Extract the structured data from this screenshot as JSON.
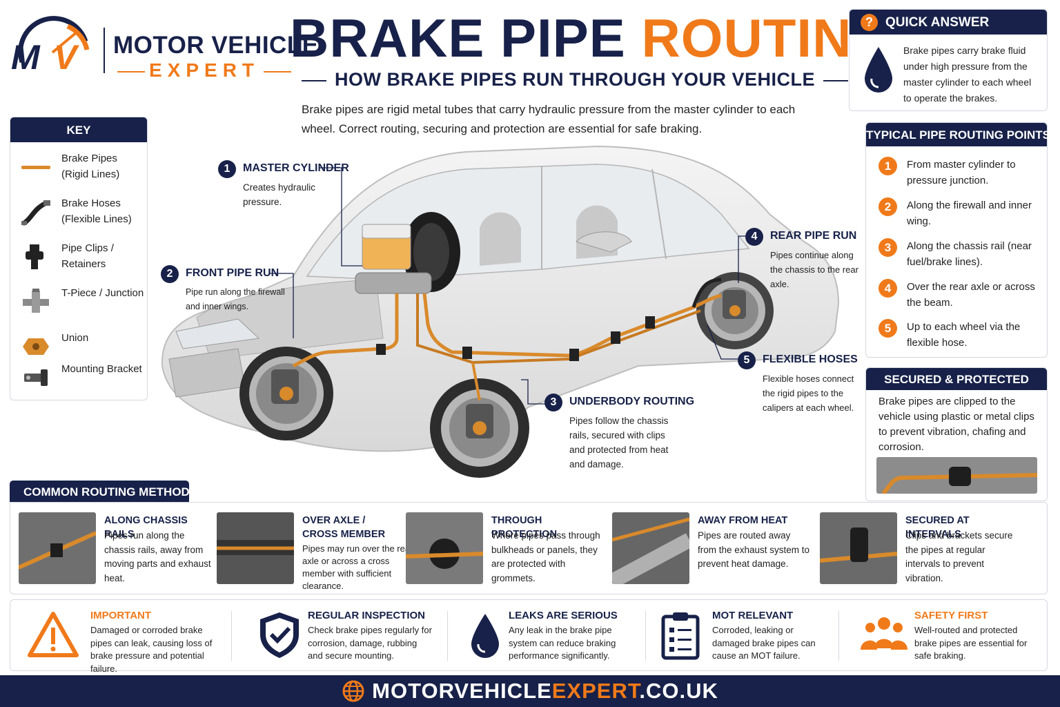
{
  "brand": {
    "logo_initials": "MV",
    "line1": "MOTOR VEHICLE",
    "line2": "EXPERT"
  },
  "header": {
    "title_part1": "BRAKE PIPE",
    "title_part2": "ROUTING",
    "subtitle": "HOW BRAKE PIPES RUN THROUGH YOUR VEHICLE",
    "intro": "Brake pipes are rigid metal tubes that carry hydraulic pressure from the master cylinder to each wheel. Correct routing, securing and protection are essential for safe braking."
  },
  "quick_answer": {
    "icon": "?",
    "title": "QUICK ANSWER",
    "text": "Brake pipes carry brake fluid under high pressure from the master cylinder to each wheel to operate the brakes."
  },
  "key": {
    "title": "KEY",
    "items": [
      {
        "label": "Brake Pipes (Rigid Lines)",
        "icon": "brake-pipe-icon"
      },
      {
        "label": "Brake Hoses (Flexible Lines)",
        "icon": "brake-hose-icon"
      },
      {
        "label": "Pipe Clips / Retainers",
        "icon": "pipe-clip-icon"
      },
      {
        "label": "T-Piece / Junction",
        "icon": "t-piece-icon"
      },
      {
        "label": "Union",
        "icon": "union-icon"
      },
      {
        "label": "Mounting Bracket",
        "icon": "mounting-bracket-icon"
      }
    ]
  },
  "callouts": [
    {
      "num": "1",
      "title": "MASTER CYLINDER",
      "text": "Creates hydraulic pressure."
    },
    {
      "num": "2",
      "title": "FRONT PIPE RUN",
      "text": "Pipe run along the firewall and inner wings."
    },
    {
      "num": "3",
      "title": "UNDERBODY ROUTING",
      "text": "Pipes follow the chassis rails, secured with clips and protected from heat and damage."
    },
    {
      "num": "4",
      "title": "REAR PIPE RUN",
      "text": "Pipes continue along the chassis to the rear axle."
    },
    {
      "num": "5",
      "title": "FLEXIBLE HOSES",
      "text": "Flexible hoses connect the rigid pipes to the calipers at each wheel."
    }
  ],
  "typical_points": {
    "title": "TYPICAL PIPE ROUTING POINTS",
    "items": [
      {
        "num": "1",
        "text": "From master cylinder to pressure junction."
      },
      {
        "num": "2",
        "text": "Along the firewall and inner wing."
      },
      {
        "num": "3",
        "text": "Along the chassis rail (near fuel/brake lines)."
      },
      {
        "num": "4",
        "text": "Over the rear axle or across the beam."
      },
      {
        "num": "5",
        "text": "Up to each wheel via the flexible hose."
      }
    ]
  },
  "secured": {
    "title": "SECURED & PROTECTED",
    "text": "Brake pipes are clipped to the vehicle using plastic or metal clips to prevent vibration, chafing and corrosion."
  },
  "routing_methods": {
    "title": "COMMON ROUTING METHODS",
    "items": [
      {
        "title": "ALONG CHASSIS RAILS",
        "text": "Pipes run along the chassis rails, away from moving parts and exhaust heat."
      },
      {
        "title": "OVER AXLE / CROSS MEMBER",
        "text": "Pipes may run over the rear axle or across a cross member with sufficient clearance."
      },
      {
        "title": "THROUGH PROTECTION",
        "text": "Where pipes pass through bulkheads or panels, they are protected with grommets."
      },
      {
        "title": "AWAY FROM HEAT",
        "text": "Pipes are routed away from the exhaust system to prevent heat damage."
      },
      {
        "title": "SECURED AT INTERVALS",
        "text": "Clips and brackets secure the pipes at regular intervals to prevent vibration."
      }
    ]
  },
  "info_row": [
    {
      "title": "IMPORTANT",
      "text": "Damaged or corroded brake pipes can leak, causing loss of brake pressure and potential failure.",
      "icon": "warning-icon",
      "color": "#f07a1a"
    },
    {
      "title": "REGULAR INSPECTION",
      "text": "Check brake pipes regularly for corrosion, damage, rubbing and secure mounting.",
      "icon": "shield-check-icon",
      "color": "#172149"
    },
    {
      "title": "LEAKS ARE SERIOUS",
      "text": "Any leak in the brake pipe system can reduce braking performance significantly.",
      "icon": "drop-icon",
      "color": "#172149"
    },
    {
      "title": "MOT RELEVANT",
      "text": "Corroded, leaking or damaged brake pipes can cause an MOT failure.",
      "icon": "clipboard-icon",
      "color": "#172149"
    },
    {
      "title": "SAFETY FIRST",
      "text": "Well-routed and protected brake pipes are essential for safe braking.",
      "icon": "people-icon",
      "color": "#f07a1a"
    }
  ],
  "footer": {
    "url_part1": "MOTORVEHICLE",
    "url_part2": "EXPERT",
    "url_part3": ".CO.UK"
  },
  "colors": {
    "navy": "#172149",
    "orange": "#f07a1a",
    "pipe": "#d98a2b"
  }
}
